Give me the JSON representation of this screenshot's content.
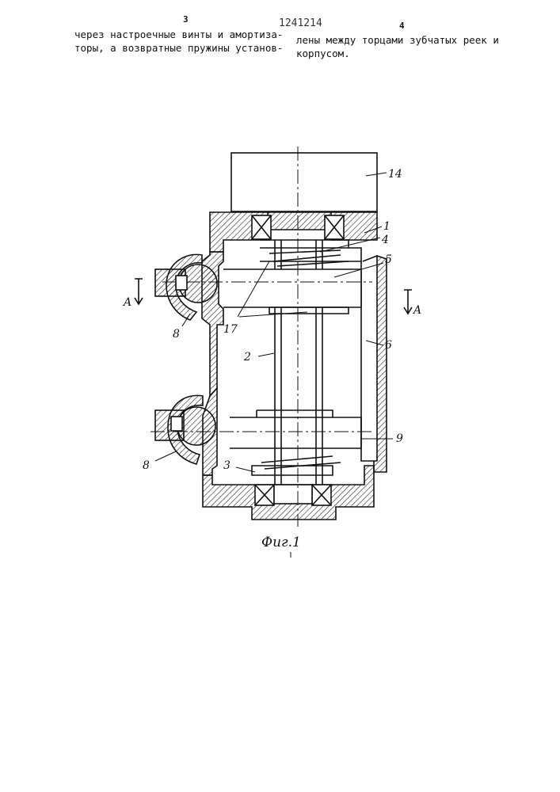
{
  "header": {
    "page_left": "3",
    "patent_number": "1241214",
    "page_right": "4"
  },
  "text": {
    "left_col": [
      "через настроечные винты и амортиза-",
      "торы, а возвратные пружины установ-"
    ],
    "right_col": [
      "лены между торцами зубчатых реек и",
      "корпусом."
    ]
  },
  "figure": {
    "labels": {
      "l14": "14",
      "l1": "1",
      "l4": "4",
      "l5": "5",
      "l6": "6",
      "l17": "17",
      "l2": "2",
      "l8a": "8",
      "l8b": "8",
      "l9": "9",
      "l3": "3",
      "sectionA_left": "A",
      "sectionA_right": "A"
    },
    "caption": "Фиг.1"
  }
}
